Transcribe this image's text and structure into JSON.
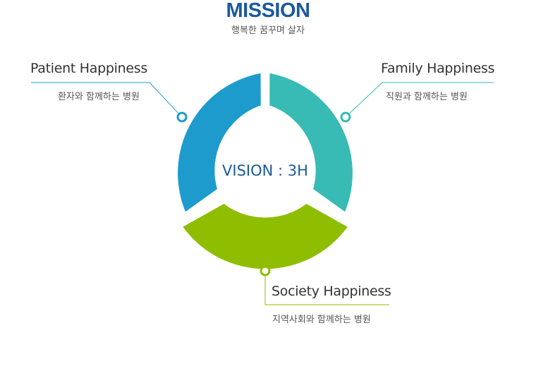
{
  "mission": {
    "title": "MISSION",
    "subtitle": "행복한 꿈꾸며 살자"
  },
  "vision": {
    "label": "VISION : 3H"
  },
  "segments": [
    {
      "title": "Patient Happiness",
      "subtitle": "환자와 함께하는 병원",
      "color": "#1e9bcd"
    },
    {
      "title": "Family Happiness",
      "subtitle": "직원과 함께하는 병원",
      "color": "#38bbb4"
    },
    {
      "title": "Society Happiness",
      "subtitle": "지역사회와 함께하는 병원",
      "color": "#8fbe00"
    }
  ]
}
